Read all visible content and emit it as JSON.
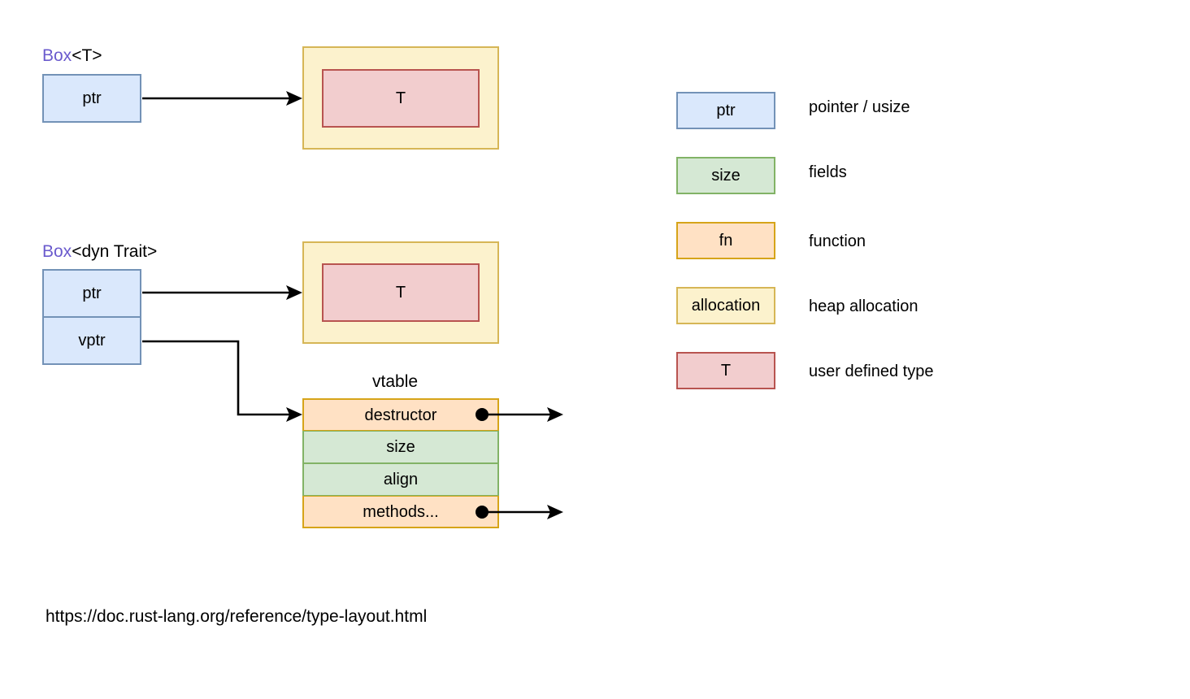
{
  "diagram": {
    "title_hidden": "Rust Box<T> and Box<dyn Trait> memory layout",
    "groups": [
      {
        "name": "box-t",
        "label_keyword": "Box",
        "label_rest": "<T>",
        "pointer_cells": [
          "ptr"
        ],
        "allocation_label": "",
        "payload_label": "T"
      },
      {
        "name": "box-dyn-trait",
        "label_keyword": "Box",
        "label_rest": "<dyn Trait>",
        "pointer_cells": [
          "ptr",
          "vptr"
        ],
        "allocation_label": "",
        "payload_label": "T"
      }
    ],
    "vtable": {
      "caption": "vtable",
      "rows": [
        {
          "label": "destructor",
          "kind": "fn",
          "has_fn_pointer": true
        },
        {
          "label": "size",
          "kind": "field",
          "has_fn_pointer": false
        },
        {
          "label": "align",
          "kind": "field",
          "has_fn_pointer": false
        },
        {
          "label": "methods...",
          "kind": "fn",
          "has_fn_pointer": true
        }
      ]
    }
  },
  "legend": {
    "items": [
      {
        "swatch": "ptr",
        "kind": "pointer",
        "description": "pointer / usize"
      },
      {
        "swatch": "size",
        "kind": "field",
        "description": "fields"
      },
      {
        "swatch": "fn",
        "kind": "fn",
        "description": "function"
      },
      {
        "swatch": "allocation",
        "kind": "allocation",
        "description": "heap allocation"
      },
      {
        "swatch": "T",
        "kind": "user-type",
        "description": "user defined type"
      }
    ]
  },
  "footer": {
    "url": "https://doc.rust-lang.org/reference/type-layout.html"
  },
  "colors": {
    "pointer_fill": "#dae8fc",
    "pointer_stroke": "#7392b7",
    "field_fill": "#d5e8d4",
    "field_stroke": "#82b366",
    "fn_fill": "#ffe1c4",
    "fn_stroke": "#d6a419",
    "allocation_fill": "#fcf2cd",
    "allocation_stroke": "#d6b656",
    "user_type_fill": "#f2cdce",
    "user_type_stroke": "#b85450",
    "keyword_text": "#6a5acd",
    "connector": "#000000",
    "background": "#ffffff"
  }
}
